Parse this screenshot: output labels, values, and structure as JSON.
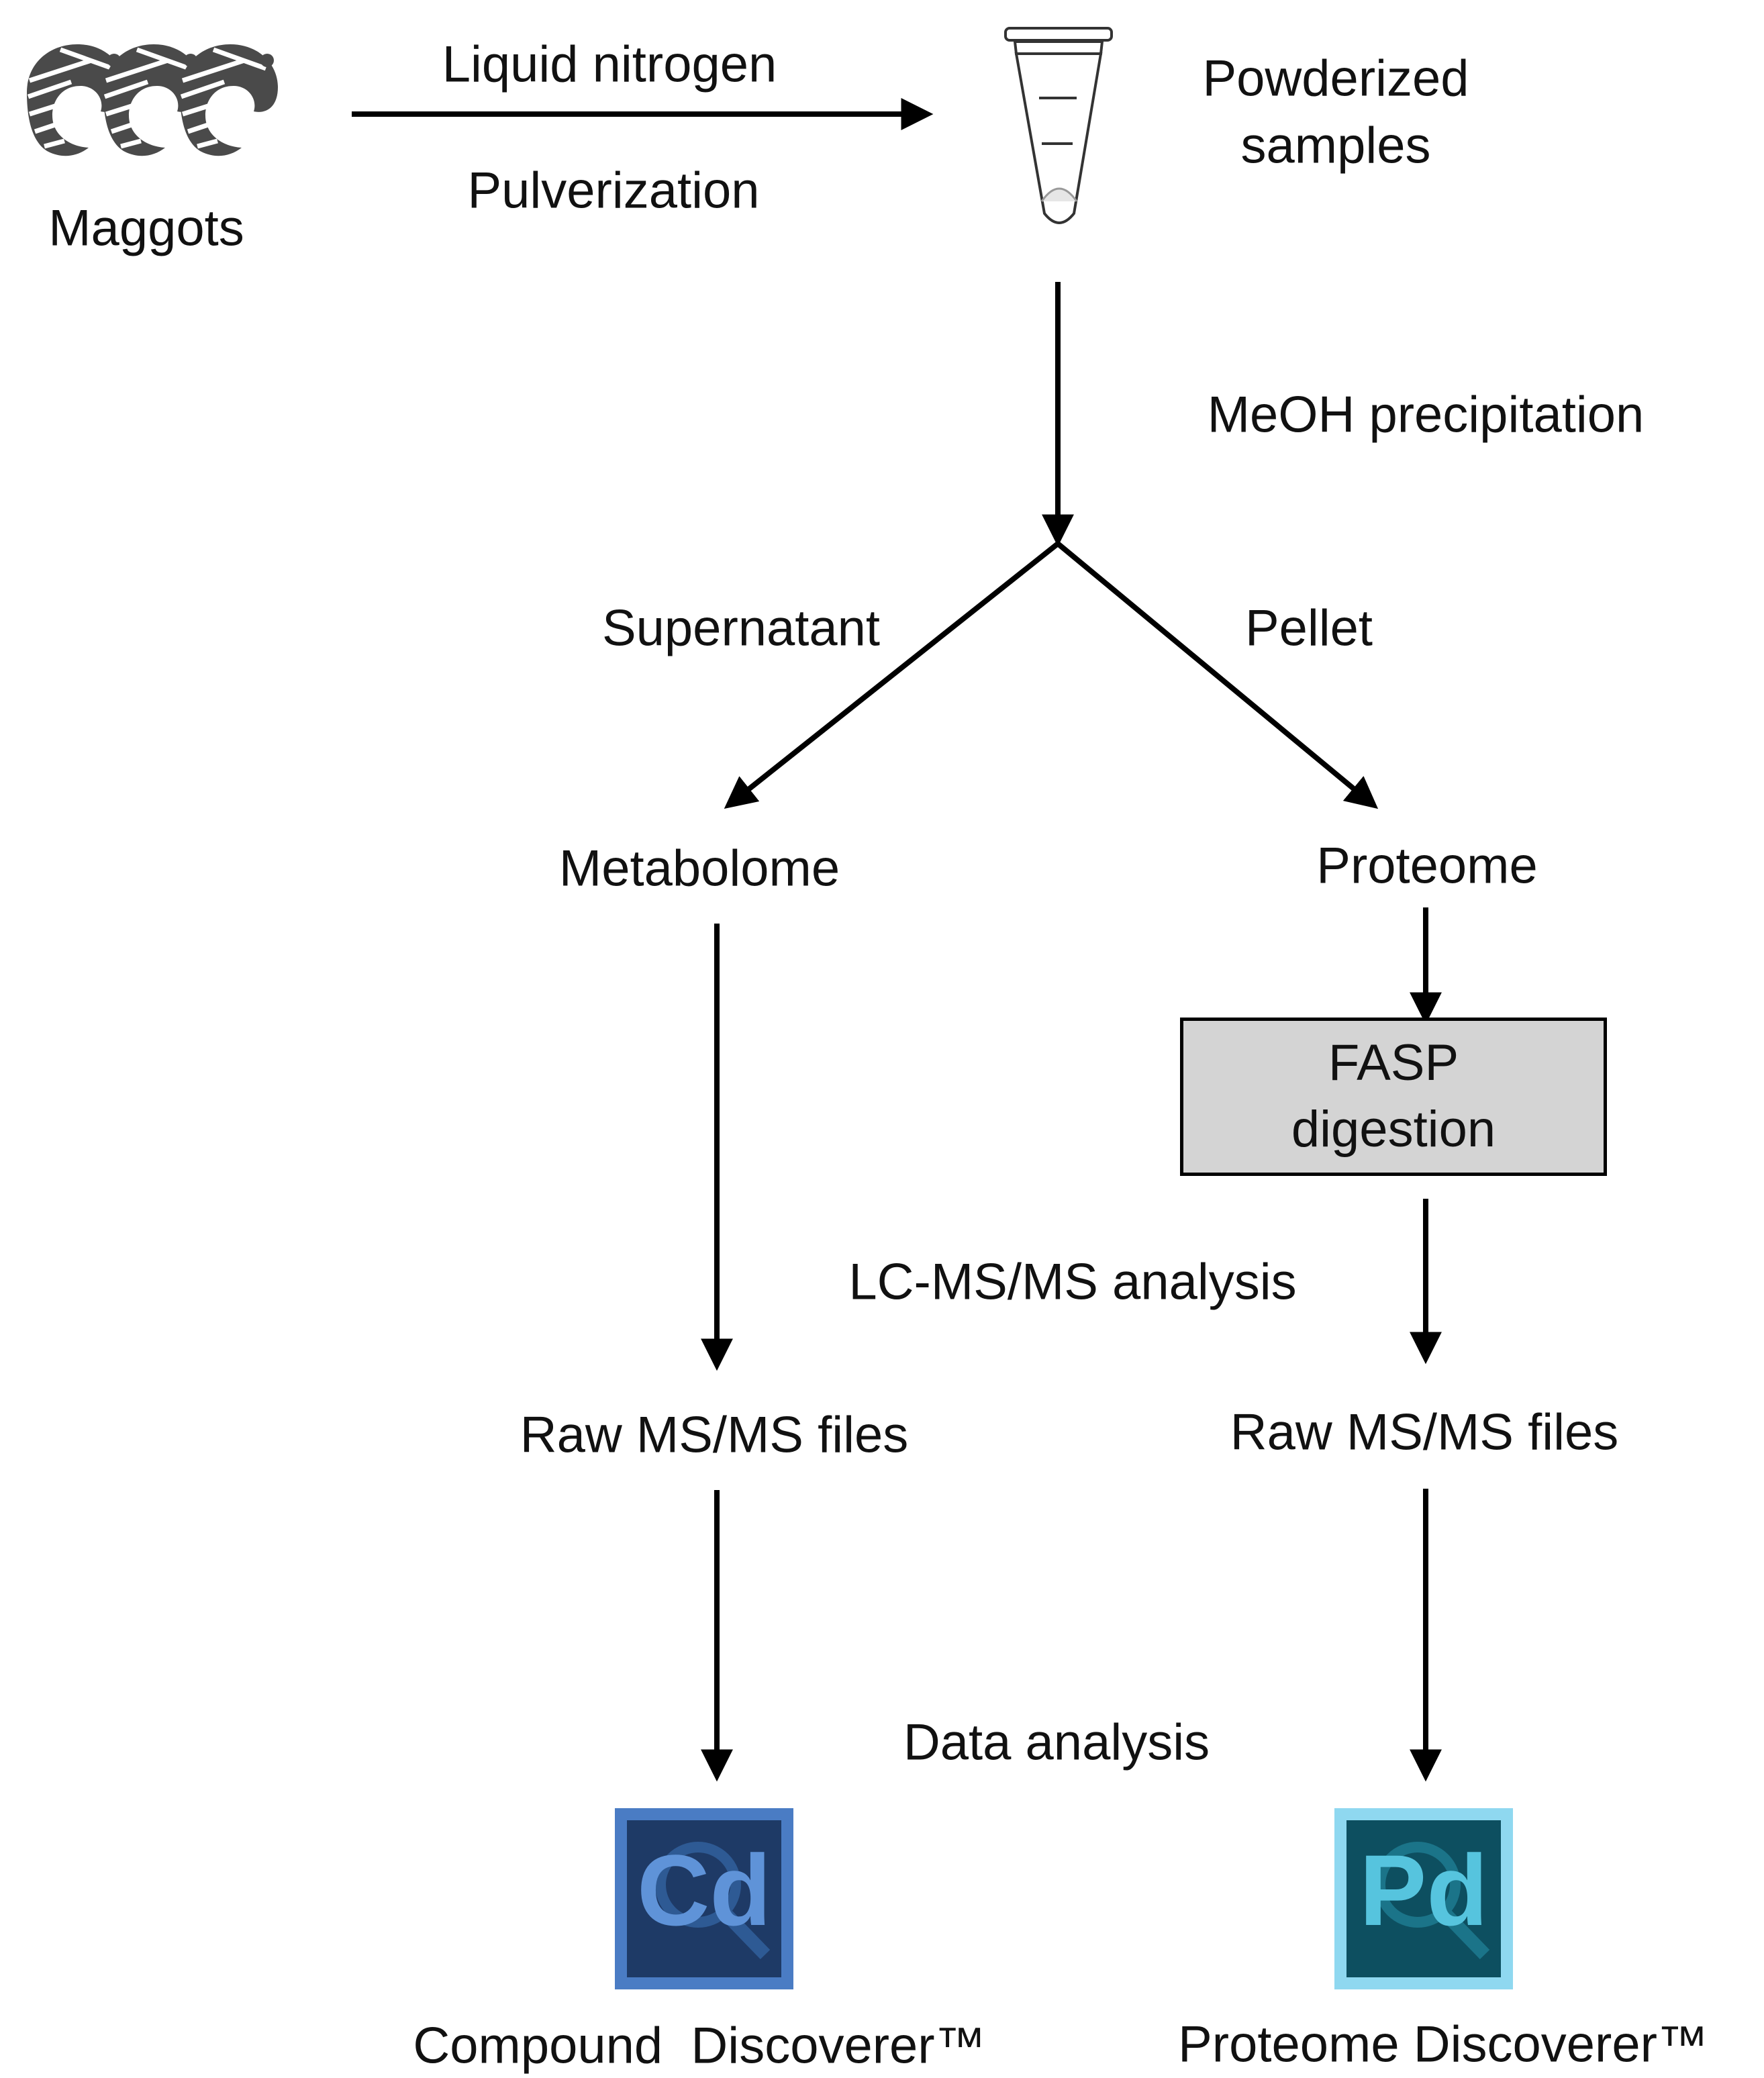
{
  "labels": {
    "maggots": "Maggots",
    "liquid_nitrogen": "Liquid nitrogen",
    "pulverization": "Pulverization",
    "powderized_line1": "Powderized",
    "powderized_line2": "samples",
    "meoh": "MeOH precipitation",
    "supernatant": "Supernatant",
    "pellet": "Pellet",
    "metabolome": "Metabolome",
    "proteome": "Proteome",
    "fasp_line1": "FASP",
    "fasp_line2": "digestion",
    "lcms": "LC-MS/MS analysis",
    "raw_left": "Raw MS/MS files",
    "raw_right": "Raw MS/MS files",
    "data_analysis": "Data analysis",
    "compound_discoverer": "Compound  Discoverer™",
    "proteome_discoverer": "Proteome Discoverer™"
  },
  "logos": {
    "cd": {
      "text": "Cd",
      "outer": "#4a7cc4",
      "inner": "#1e3a66",
      "text_color": "#5f93d8"
    },
    "pd": {
      "text": "Pd",
      "outer": "#8fd8f0",
      "inner": "#0d4f60",
      "text_color": "#56c4de"
    }
  },
  "colors": {
    "ink": "#000000",
    "fasp_fill": "#d4d4d4",
    "maggot": "#4a4a4a"
  }
}
